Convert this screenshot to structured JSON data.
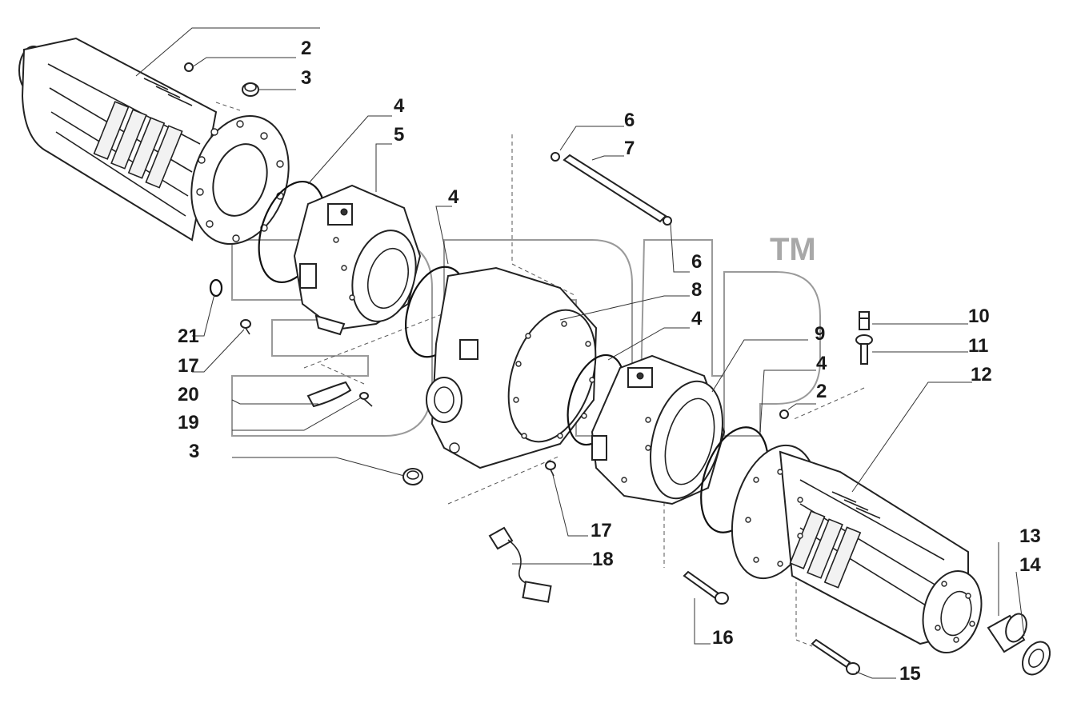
{
  "watermark": {
    "mark": "TM"
  },
  "callouts": [
    {
      "id": "c2a",
      "label": "2"
    },
    {
      "id": "c3a",
      "label": "3"
    },
    {
      "id": "c4a",
      "label": "4"
    },
    {
      "id": "c5",
      "label": "5"
    },
    {
      "id": "c4b",
      "label": "4"
    },
    {
      "id": "c6a",
      "label": "6"
    },
    {
      "id": "c7",
      "label": "7"
    },
    {
      "id": "c6b",
      "label": "6"
    },
    {
      "id": "c8",
      "label": "8"
    },
    {
      "id": "c4c",
      "label": "4"
    },
    {
      "id": "c9",
      "label": "9"
    },
    {
      "id": "c4d",
      "label": "4"
    },
    {
      "id": "c2b",
      "label": "2"
    },
    {
      "id": "c10",
      "label": "10"
    },
    {
      "id": "c11",
      "label": "11"
    },
    {
      "id": "c12",
      "label": "12"
    },
    {
      "id": "c21",
      "label": "21"
    },
    {
      "id": "c17a",
      "label": "17"
    },
    {
      "id": "c20",
      "label": "20"
    },
    {
      "id": "c19",
      "label": "19"
    },
    {
      "id": "c3b",
      "label": "3"
    },
    {
      "id": "c17b",
      "label": "17"
    },
    {
      "id": "c18",
      "label": "18"
    },
    {
      "id": "c16",
      "label": "16"
    },
    {
      "id": "c15",
      "label": "15"
    },
    {
      "id": "c13",
      "label": "13"
    },
    {
      "id": "c14",
      "label": "14"
    }
  ]
}
